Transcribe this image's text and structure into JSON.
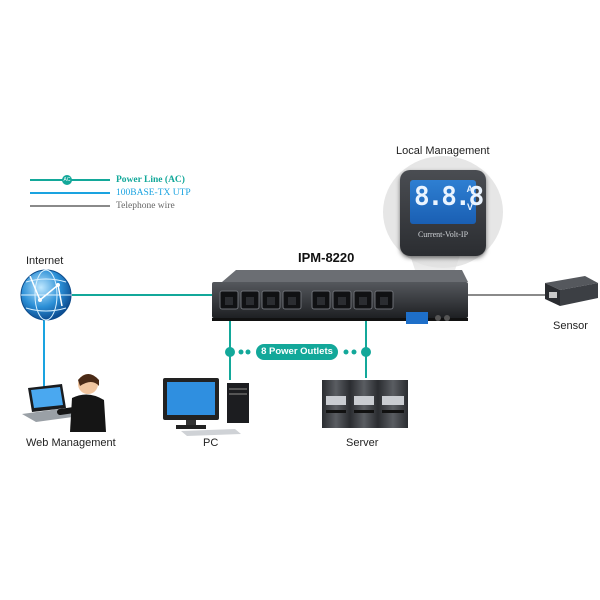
{
  "legend": {
    "power_line": {
      "label": "Power Line (AC)",
      "color": "#13a89a",
      "badge": "AC"
    },
    "utp": {
      "label": "100BASE-TX UTP",
      "color": "#1aa3e0"
    },
    "telephone": {
      "label": "Telephone wire",
      "color": "#8a8a8a"
    }
  },
  "device": {
    "model": "IPM-8220",
    "outlet_count": 8
  },
  "local_management": {
    "label": "Local Management",
    "lcd_digits": "8.8.8",
    "lcd_unit_top": "A",
    "lcd_unit_bottom": "V",
    "lcd_caption": "Current-Volt-IP"
  },
  "nodes": {
    "internet": "Internet",
    "web_management": "Web Management",
    "pc": "PC",
    "server": "Server",
    "sensor": "Sensor"
  },
  "outlets_badge": "8 Power Outlets",
  "colors": {
    "teal": "#13a89a",
    "blue": "#1aa3e0",
    "gray": "#8a8a8a",
    "device": "#2f3135"
  }
}
